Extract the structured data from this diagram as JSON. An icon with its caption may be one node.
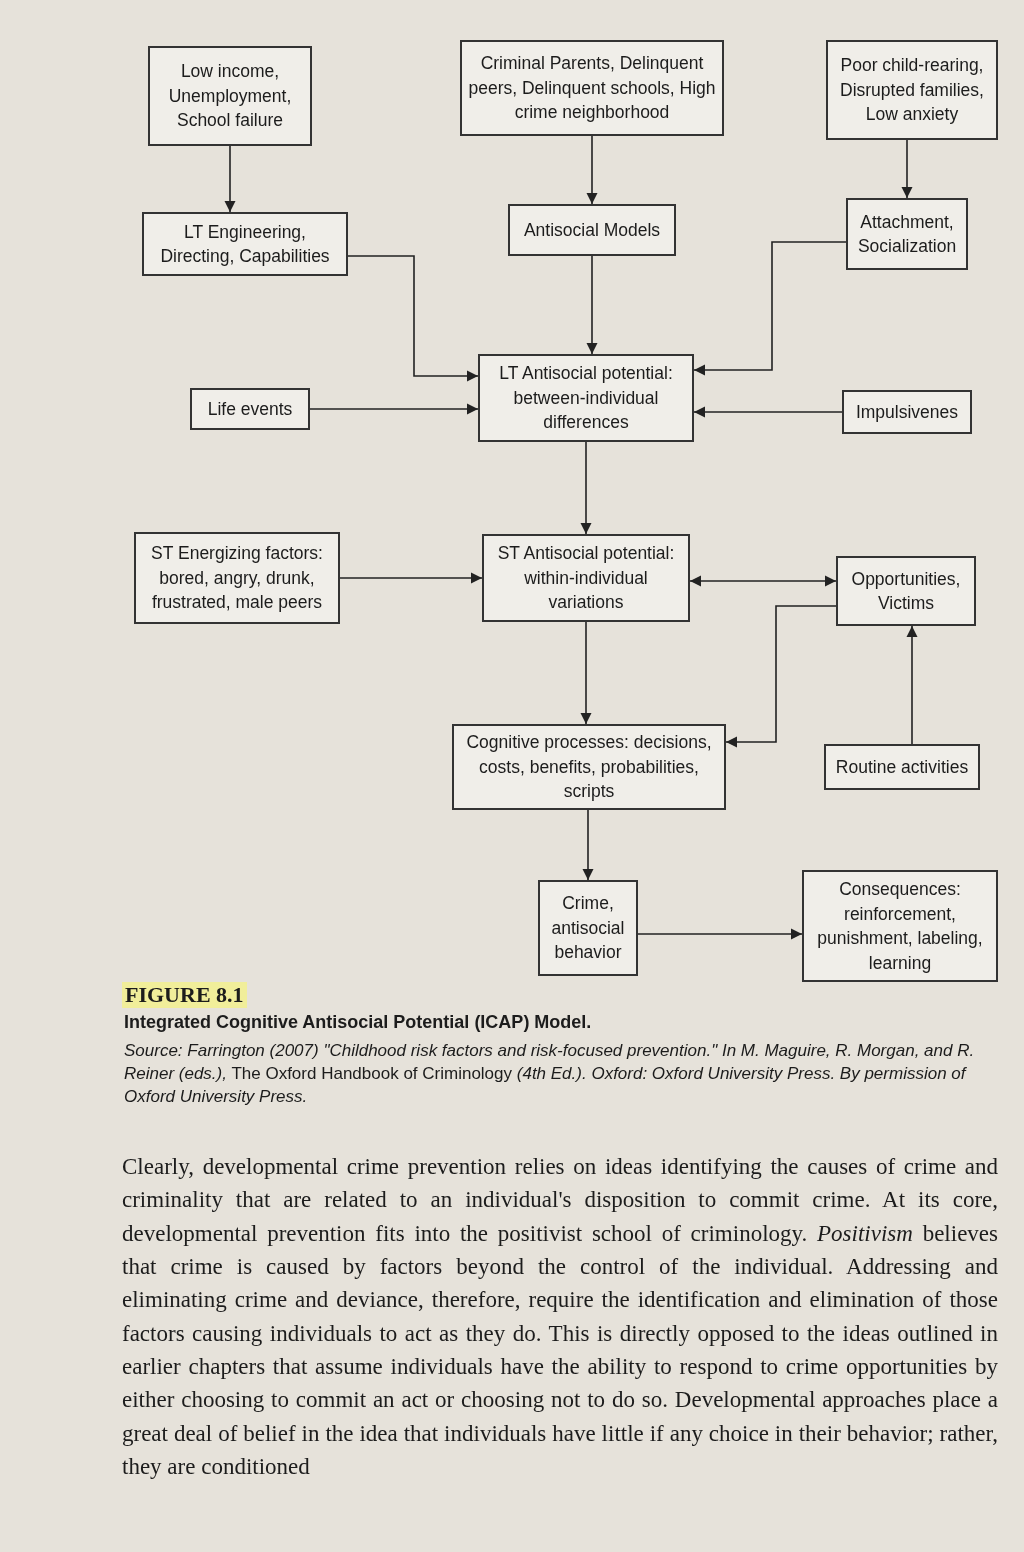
{
  "diagram": {
    "title": "FIGURE 8.1",
    "caption": "Integrated Cognitive Antisocial Potential (ICAP) Model.",
    "nodes": [
      {
        "text": [
          "Low income, Unemployment, School failure"
        ]
      },
      {
        "text": [
          "Criminal Parents, Delinquent peers, Delinquent schools, High crime neighborhood"
        ]
      },
      {
        "text": [
          "Poor child-rearing, Disrupted families, Low anxiety"
        ]
      },
      {
        "text": [
          "LT Engineering, Directing, Capabilities"
        ]
      },
      {
        "text": [
          "Antisocial Models"
        ]
      },
      {
        "text": [
          "Attachment, Socialization"
        ]
      },
      {
        "text": [
          "Life events"
        ]
      },
      {
        "text": [
          "LT Antisocial potential: between-individual differences"
        ]
      },
      {
        "text": [
          "Impulsivenes"
        ]
      },
      {
        "text": [
          "ST Energizing factors: bored, angry, drunk, frustrated, male peers"
        ]
      },
      {
        "text": [
          "ST Antisocial potential: within-individual variations"
        ]
      },
      {
        "text": [
          "Opportunities, Victims"
        ]
      },
      {
        "text": [
          "Cognitive processes: decisions, costs, benefits, probabilities, scripts"
        ]
      },
      {
        "text": [
          "Routine activities"
        ]
      },
      {
        "text": [
          "Crime, antisocial behavior"
        ]
      },
      {
        "text": [
          "Consequences: reinforcement, punishment, labeling, learning"
        ]
      }
    ],
    "edges": [
      {
        "from": 0,
        "to": 3,
        "arrow": "to"
      },
      {
        "from": 1,
        "to": 4,
        "arrow": "to"
      },
      {
        "from": 2,
        "to": 5,
        "arrow": "to"
      },
      {
        "from": 3,
        "to": 7,
        "arrow": "to"
      },
      {
        "from": 4,
        "to": 7,
        "arrow": "to"
      },
      {
        "from": 5,
        "to": 7,
        "arrow": "to"
      },
      {
        "from": 6,
        "to": 7,
        "arrow": "to"
      },
      {
        "from": 8,
        "to": 7,
        "arrow": "to"
      },
      {
        "from": 7,
        "to": 10,
        "arrow": "to"
      },
      {
        "from": 9,
        "to": 10,
        "arrow": "to"
      },
      {
        "from": 10,
        "to": 11,
        "arrow": "both"
      },
      {
        "from": 10,
        "to": 12,
        "arrow": "to"
      },
      {
        "from": 11,
        "to": 12,
        "arrow": "to"
      },
      {
        "from": 13,
        "to": 11,
        "arrow": "to"
      },
      {
        "from": 12,
        "to": 14,
        "arrow": "to"
      },
      {
        "from": 14,
        "to": 15,
        "arrow": "to"
      }
    ],
    "labels": [
      "*Source: Farrington (2007) \"Childhood risk factors and risk-focused prevention.\" In M. Maguire, R. Morgan, and R. Reiner (eds.),* The Oxford Handbook of Criminology *(4th Ed.). Oxford: Oxford University Press. By permission of Oxford University Press.*",
      "Clearly, developmental crime prevention relies on ideas identifying the causes of crime and criminality that are related to an individual's disposition to commit crime. At its core, developmental prevention fits into the positivist school of criminology. *Positivism* believes that crime is caused by factors beyond the control of the individual. Addressing and eliminating crime and deviance, therefore, require the identification and elimination of those factors causing individuals to act as they do. This is directly opposed to the ideas outlined in earlier chapters that assume individuals have the ability to respond to crime opportunities by either choosing to commit an act or choosing not to do so. Developmental approaches place a great deal of belief in the idea that individuals have little if any choice in their behavior; rather, they are conditioned"
    ]
  }
}
